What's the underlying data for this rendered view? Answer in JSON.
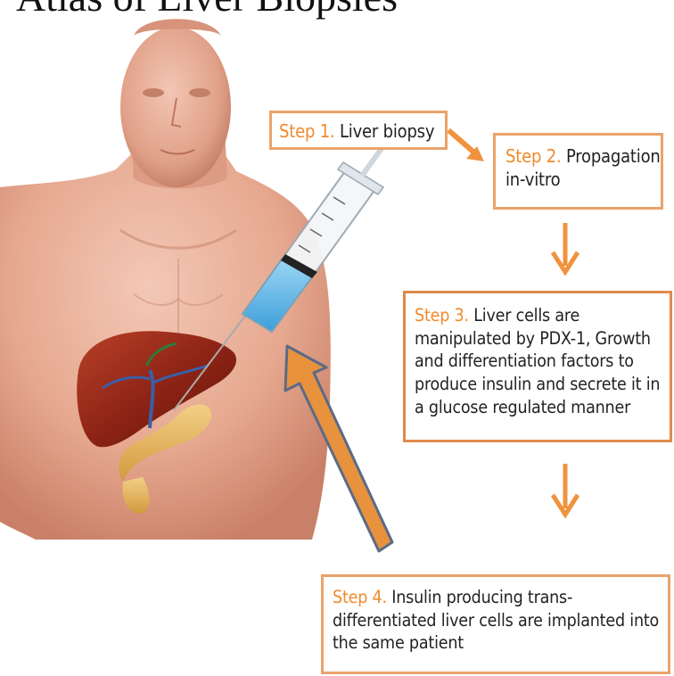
{
  "title": "Atlas of Liver Biopsies",
  "steps": [
    {
      "label": "Step 1.",
      "text": "Liver biopsy"
    },
    {
      "label": "Step 2.",
      "text": "Propagation in-vitro"
    },
    {
      "label": "Step 3.",
      "text": "Liver cells are manipulated by PDX-1, Growth and differentiation factors to produce insulin and secrete it in a glucose regulated manner"
    },
    {
      "label": "Step 4.",
      "text": "Insulin producing trans-differentiated liver cells are implanted into the same patient"
    }
  ],
  "colors": {
    "step_label": "#f08a2c",
    "box_border": "#e9a36b",
    "arrow_orange": "#f0923e",
    "arrow_return": "#e8923e",
    "skin": "#e8ad96",
    "liver": "#8e2415",
    "pancreas": "#e6b35a",
    "syringe_fluid": "#5fb6e6"
  },
  "icons": [
    "human-torso-illustration",
    "syringe-icon",
    "liver-organ",
    "pancreas-organ",
    "arrow-right",
    "arrow-down",
    "arrow-up-left"
  ]
}
